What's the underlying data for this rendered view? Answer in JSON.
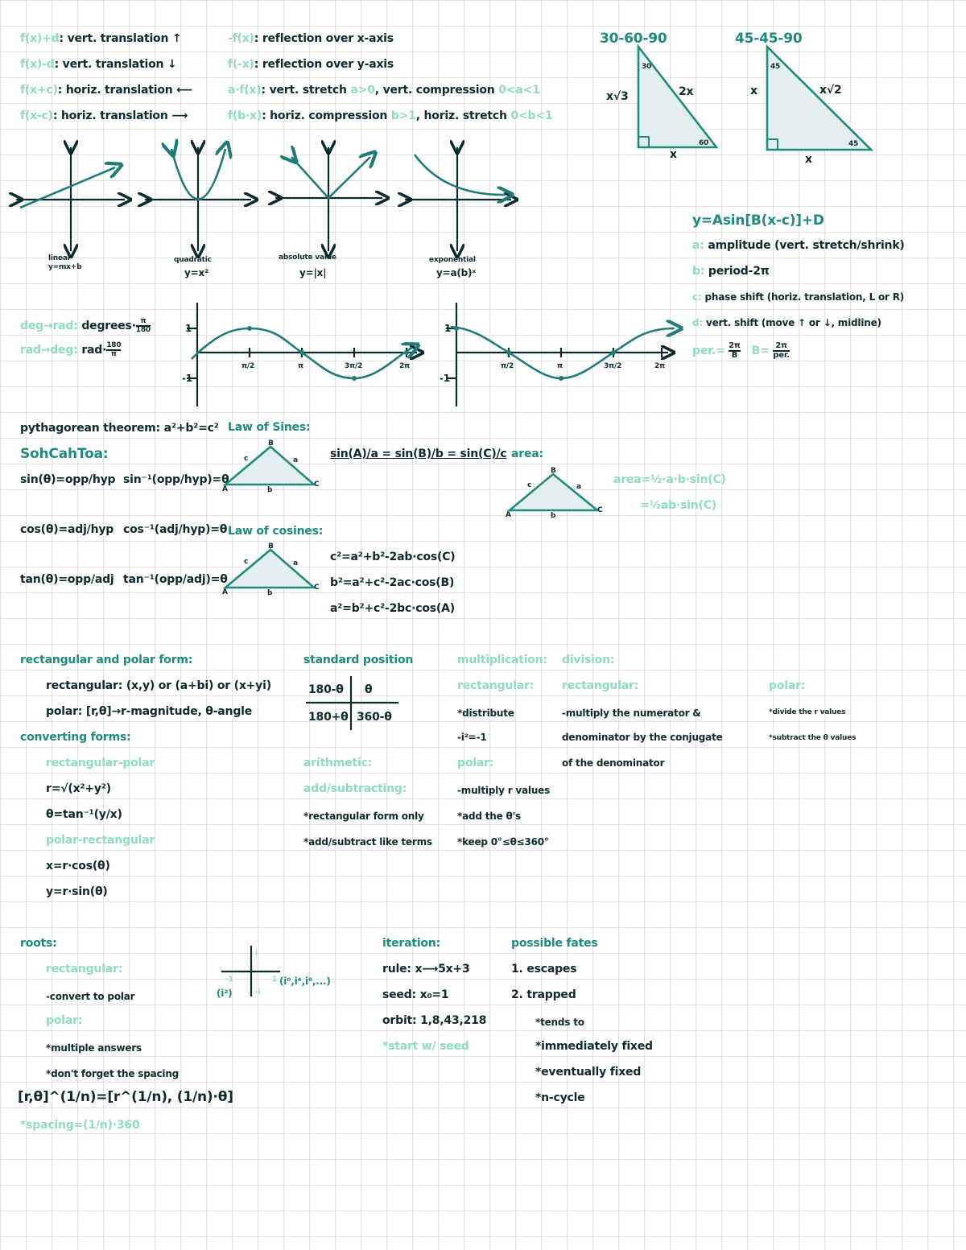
{
  "transformations": {
    "t1": {
      "fn": "f(x)+d",
      "desc": "vert. translation ↑"
    },
    "t2": {
      "fn": "f(x)-d",
      "desc": "vert. translation ↓"
    },
    "t3": {
      "fn": "f(x+c)",
      "desc": "horiz. translation ⟵"
    },
    "t4": {
      "fn": "f(x-c)",
      "desc": "horiz. translation ⟶"
    },
    "t5": {
      "fn": "-f(x)",
      "desc": "reflection over x-axis"
    },
    "t6": {
      "fn": "f(-x)",
      "desc": "reflection over y-axis"
    },
    "t7": {
      "fn": "a·f(x)",
      "desc": "vert. stretch",
      "c1": "a>0",
      "mid": ", vert. compression",
      "c2": "0<a<1"
    },
    "t8": {
      "fn": "f(b·x)",
      "desc": "horiz. compression",
      "c1": "b>1",
      "mid": ", horiz. stretch",
      "c2": "0<b<1"
    }
  },
  "special_triangles": {
    "t3060": {
      "title": "30-60-90",
      "angle_top": "30",
      "angle_bottom": "60",
      "left": "x√3",
      "hyp": "2x",
      "bottom": "x"
    },
    "t4545": {
      "title": "45-45-90",
      "angle_top": "45",
      "angle_bottom": "45",
      "left": "x",
      "hyp": "x√2",
      "bottom": "x"
    }
  },
  "parent_graphs": {
    "linear": {
      "name": "linear",
      "eq": "y=mx+b"
    },
    "quadratic": {
      "name": "quadratic",
      "eq": "y=x²"
    },
    "absolute": {
      "name": "absolute value",
      "eq": "y=|x|"
    },
    "exponential": {
      "name": "exponential",
      "eq": "y=a(b)ˣ"
    }
  },
  "sinusoid": {
    "equation": "y=Asin[B(x-c)]+D",
    "a_key": "a:",
    "a": "amplitude (vert. stretch/shrink)",
    "b_key": "b:",
    "b": "period-2π",
    "c_key": "c:",
    "c": "phase shift (horiz. translation, L or R)",
    "d_key": "d:",
    "d": "vert. shift (move ↑ or ↓, midline)",
    "per_key": "per.=",
    "per_num": "2π",
    "per_den": "B",
    "B_key": "B=",
    "B_num": "2π",
    "B_den": "per."
  },
  "conversions": {
    "deg_key": "deg→rad:",
    "deg_val": "degrees·",
    "deg_num": "π",
    "deg_den": "180",
    "rad_key": "rad→deg:",
    "rad_val": "rad·",
    "rad_num": "180",
    "rad_den": "π"
  },
  "trig_graphs": {
    "y_top": "1",
    "y_bottom": "-1",
    "ticks": [
      "π/2",
      "π",
      "3π/2",
      "2π"
    ]
  },
  "trig": {
    "pythagorean": "pythagorean theorem: a²+b²=c²",
    "soh": "SohCahToa:",
    "sin": "sin(θ)=opp/hyp",
    "cos": "cos(θ)=adj/hyp",
    "tan": "tan(θ)=opp/adj",
    "sin_inv": "sin⁻¹(opp/hyp)=θ",
    "cos_inv": "cos⁻¹(adj/hyp)=θ",
    "tan_inv": "tan⁻¹(opp/adj)=θ",
    "law_sines": "Law of Sines:",
    "sines_formula": "sin(A)/a = sin(B)/b = sin(C)/c",
    "area": "area:",
    "area_formula1": "area=½·a·b·sin(C)",
    "area_formula2": "=½ab·sin(C)",
    "law_cosines": "Law of cosines:",
    "cos_formula1": "c²=a²+b²-2ab·cos(C)",
    "cos_formula2": "b²=a²+c²-2ac·cos(B)",
    "cos_formula3": "a²=b²+c²-2bc·cos(A)",
    "lbl_A": "A",
    "lbl_B": "B",
    "lbl_C": "C",
    "lbl_a": "a",
    "lbl_b": "b",
    "lbl_c": "c"
  },
  "polar": {
    "title": "rectangular and polar form:",
    "rect": "rectangular: (x,y) or (a+bi) or (x+yi)",
    "polar": "polar: [r,θ]→r-magnitude, θ-angle",
    "converting": "converting forms:",
    "rp": "rectangular-polar",
    "r_eq": "r=√(x²+y²)",
    "theta_eq": "θ=tan⁻¹(y/x)",
    "pr": "polar-rectangular",
    "x_eq": "x=r·cos(θ)",
    "y_eq": "y=r·sin(θ)"
  },
  "standard_position": {
    "title": "standard position",
    "q2": "180-θ",
    "q1": "θ",
    "q3": "180+θ",
    "q4": "360-θ"
  },
  "arithmetic": {
    "title": "arithmetic:",
    "sub": "add/subtracting:",
    "l1": "*rectangular form only",
    "l2": "*add/subtract like terms"
  },
  "multiplication": {
    "title": "multiplication:",
    "rect": "rectangular:",
    "r1": "*distribute",
    "r2": "-i²=-1",
    "polar": "polar:",
    "p1": "-multiply r values",
    "p2": "*add the θ's",
    "p3": "*keep 0°≤θ≤360°"
  },
  "division": {
    "title": "division:",
    "rect": "rectangular:",
    "d1": "-multiply the numerator &",
    "d2": "denominator by the conjugate",
    "d3": "of the denominator",
    "polar": "polar:",
    "p1": "*divide the r values",
    "p2": "*subtract the θ values"
  },
  "roots": {
    "title": "roots:",
    "rect": "rectangular:",
    "r1": "-convert to polar",
    "polar": "polar:",
    "p1": "*multiple answers",
    "p2": "*don't forget the spacing",
    "formula": "[r,θ]^(1/n)=[r^(1/n), (1/n)·θ]",
    "spacing": "*spacing=(1/n)·360",
    "diag_i": "i",
    "diag_neg1": "-1",
    "diag_1": "1",
    "diag_negi": "-i",
    "diag_cycle": "(i⁰,i⁴,i⁸,...)",
    "diag_i2": "(i²)"
  },
  "iteration": {
    "title": "iteration:",
    "rule": "rule: x⟶5x+3",
    "seed": "seed: x₀=1",
    "orbit": "orbit: 1,8,43,218",
    "note": "*start w/ seed"
  },
  "fates": {
    "title": "possible fates",
    "f1": "1. escapes",
    "f2": "2. trapped",
    "s1": "*tends to",
    "s2": "*immediately fixed",
    "s3": "*eventually fixed",
    "s4": "*n-cycle"
  }
}
